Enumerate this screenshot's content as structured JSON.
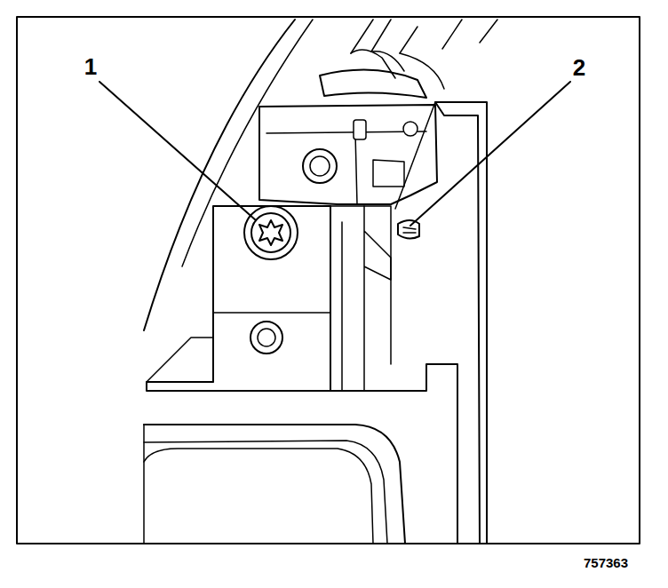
{
  "diagram": {
    "labels": [
      "1",
      "2",
      "757363"
    ]
  }
}
